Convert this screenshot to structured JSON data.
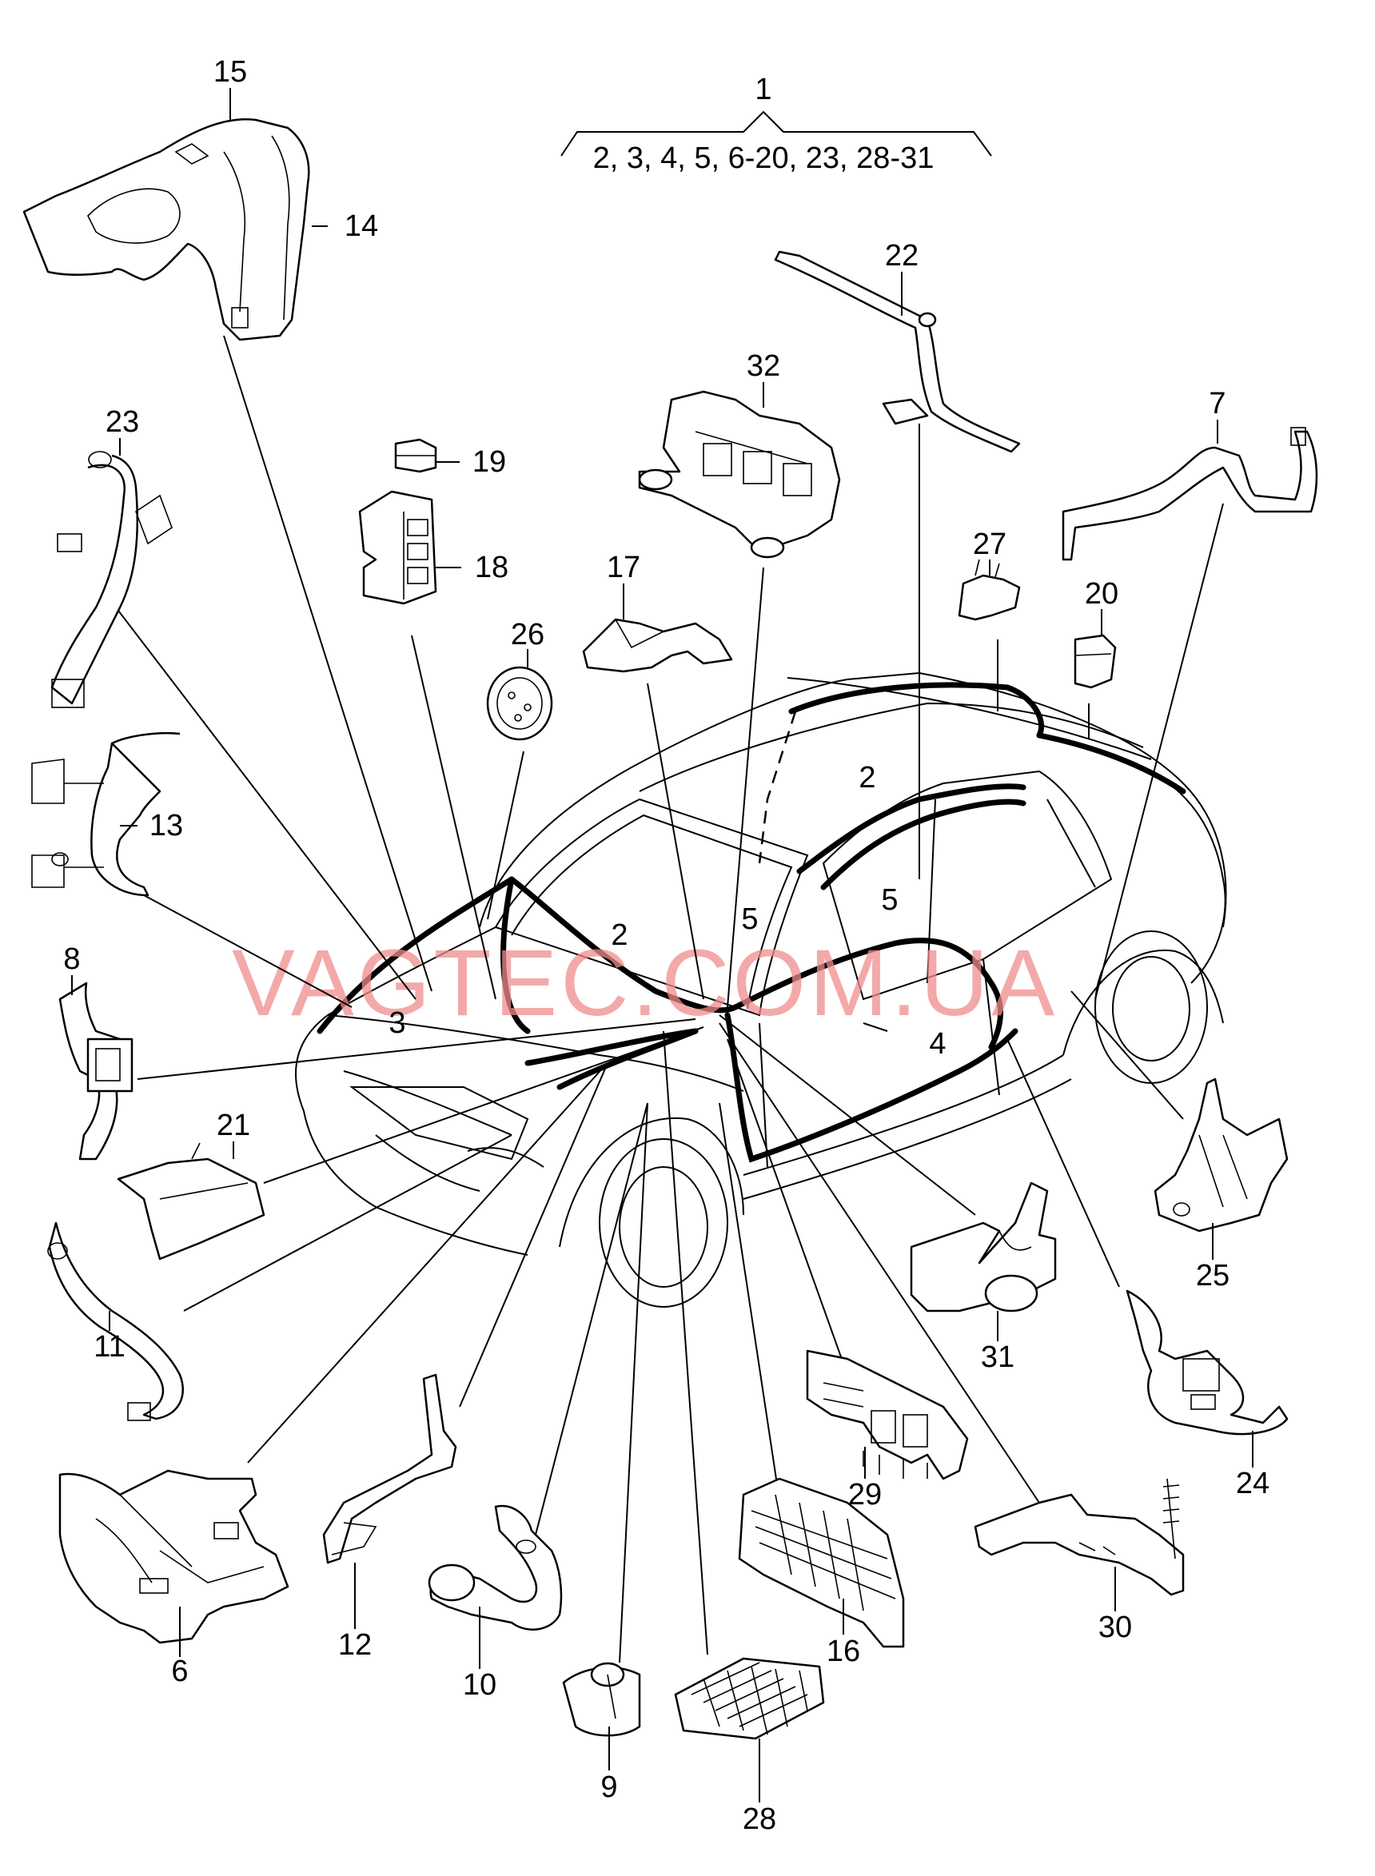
{
  "header": {
    "assembly_number": "1",
    "assembly_contents": "2, 3, 4, 5, 6-20, 23, 28-31"
  },
  "watermark": "VAGTEC.COM.UA",
  "callouts": {
    "c2a": "2",
    "c2b": "2",
    "c3": "3",
    "c4": "4",
    "c5a": "5",
    "c5b": "5",
    "c6": "6",
    "c7": "7",
    "c8": "8",
    "c9": "9",
    "c10": "10",
    "c11": "11",
    "c12": "12",
    "c13": "13",
    "c14": "14",
    "c15": "15",
    "c16": "16",
    "c17": "17",
    "c18": "18",
    "c19": "19",
    "c20": "20",
    "c21": "21",
    "c22": "22",
    "c23": "23",
    "c24": "24",
    "c25": "25",
    "c26": "26",
    "c27": "27",
    "c28": "28",
    "c29": "29",
    "c30": "30",
    "c31": "31",
    "c32": "32"
  },
  "colors": {
    "line": "#000000",
    "watermark": "#f08d8d",
    "background": "#ffffff"
  }
}
